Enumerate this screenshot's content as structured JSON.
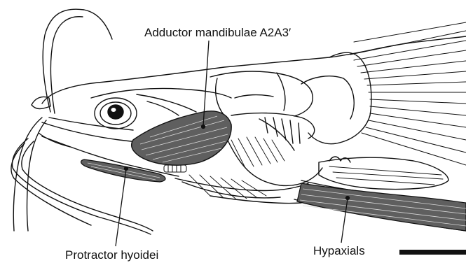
{
  "labels": {
    "adductor": "Adductor mandibulae A2A3′",
    "protractor": "Protractor hyoidei",
    "hypaxials": "Hypaxials"
  },
  "colors": {
    "line": "#111111",
    "muscle_fill": "#5f5f5f",
    "background": "#ffffff"
  }
}
